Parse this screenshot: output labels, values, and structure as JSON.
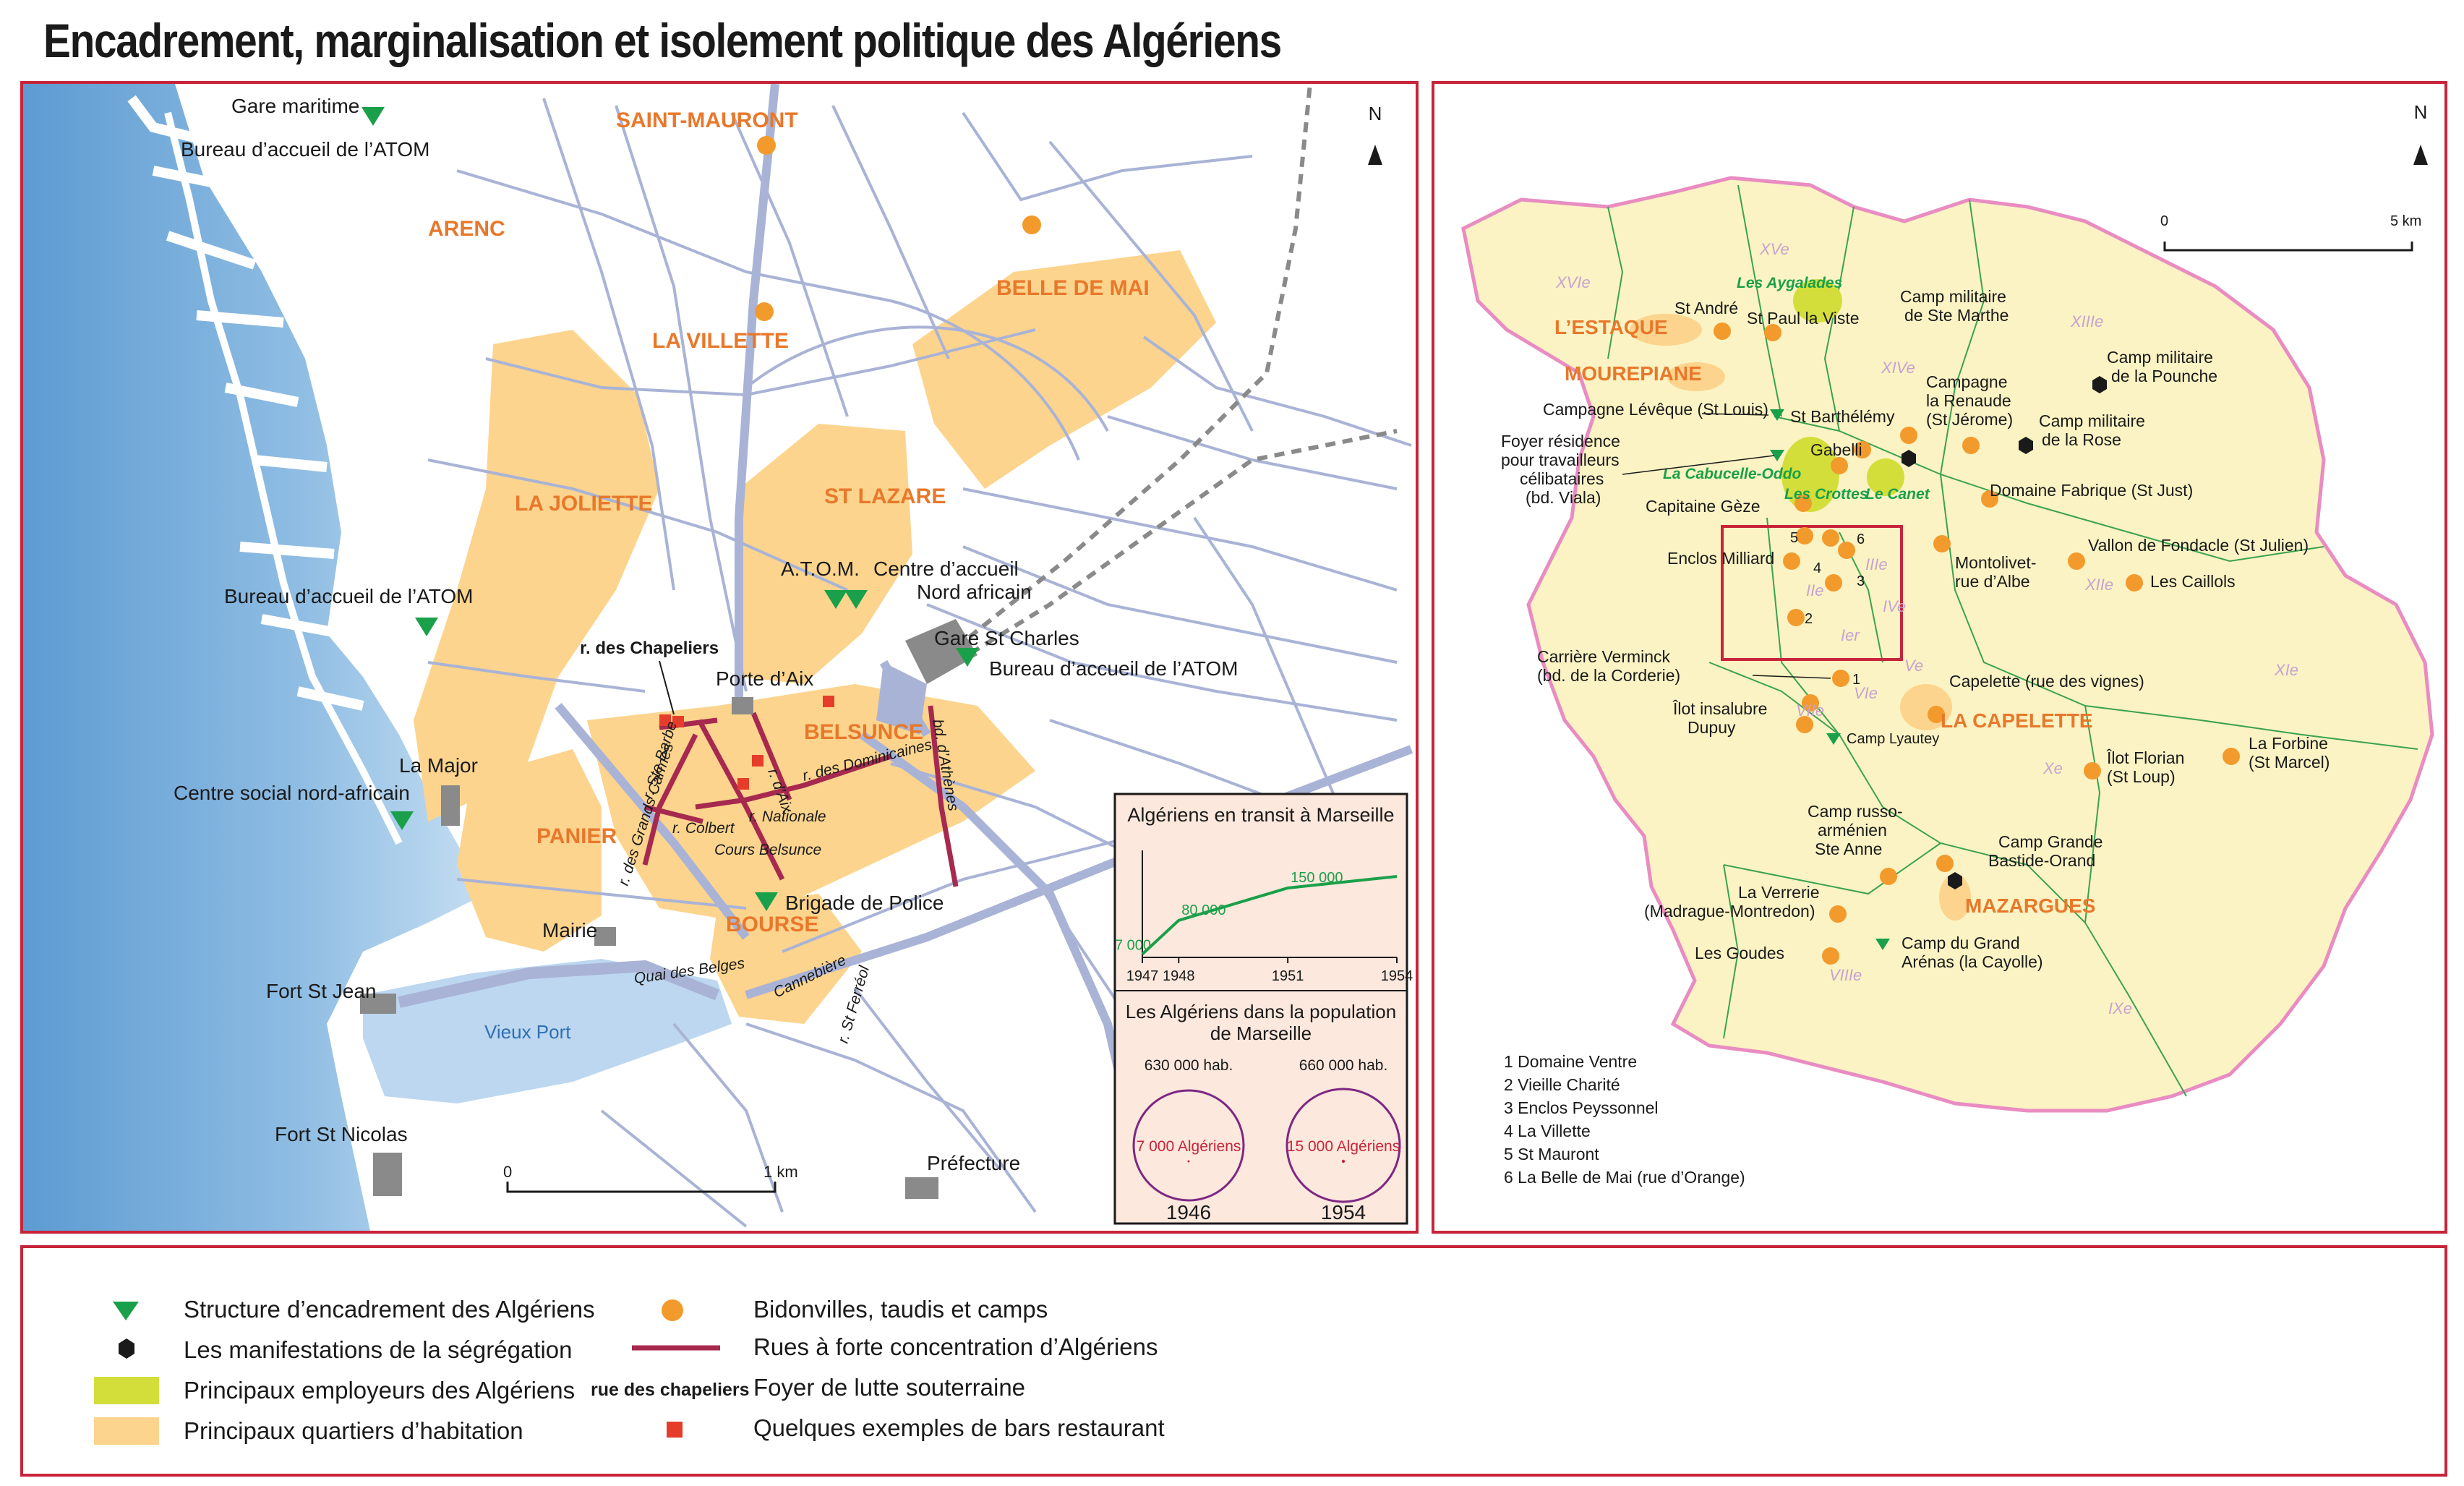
{
  "title": "Encadrement, marginalisation et isolement politique des Algériens",
  "colors": {
    "frame": "#c8243a",
    "sea": "#8fbde3",
    "habitat": "#fcd48d",
    "employer": "#d3de3a",
    "structure": "#1aa04a",
    "bidonville": "#f39a2c",
    "street": "#a7294f",
    "bar": "#e63c2a",
    "road": "#a9b3d6",
    "commune": "#fbf3c3",
    "commune_border": "#e98cc1",
    "district_label": "#e8782b"
  },
  "left_map": {
    "north": "N",
    "scale": {
      "zero": "0",
      "end": "1 km"
    },
    "districts": {
      "saint_mauront": "SAINT-MAURONT",
      "arenc": "ARENC",
      "belle_de_mai": "BELLE DE MAI",
      "la_villette": "LA VILLETTE",
      "la_joliette": "LA JOLIETTE",
      "st_lazare": "ST LAZARE",
      "belsunce": "BELSUNCE",
      "panier": "PANIER",
      "bourse": "BOURSE"
    },
    "places": {
      "gare_maritime": "Gare maritime",
      "bureau_atom_1": "Bureau d’accueil de l’ATOM",
      "bureau_atom_2": "Bureau d’accueil de l’ATOM",
      "bureau_atom_3": "Bureau d’accueil de l’ATOM",
      "atom": "A.T.O.M.",
      "centre_accueil": "Centre d’accueil",
      "nord_africain": "Nord africain",
      "gare_st_charles": "Gare St Charles",
      "porte_aix": "Porte d’Aix",
      "la_major": "La Major",
      "centre_social": "Centre social nord-africain",
      "mairie": "Mairie",
      "brigade": "Brigade de Police",
      "fort_st_jean": "Fort St Jean",
      "vieux_port": "Vieux Port",
      "fort_st_nicolas": "Fort St Nicolas",
      "prefecture": "Préfecture",
      "r_chapeliers": "r. des Chapeliers"
    },
    "streets": {
      "r_ste_barbe": "r. Ste Barbe",
      "r_aix": "r. d’Aix",
      "r_dominicaines": "r. des Dominicaines",
      "bd_athenes": "bd. d’Athènes",
      "r_grands_carmes": "r. des Grands Carmes",
      "r_colbert": "r. Colbert",
      "r_nationale": "r. Nationale",
      "cours_belsunce": "Cours Belsunce",
      "quai_belges": "Quai des Belges",
      "canebiere": "Cannebière",
      "r_st_ferreol": "r. St Ferréol"
    }
  },
  "inset": {
    "transit_title": "Algériens en transit à Marseille",
    "population_title_1": "Les Algériens dans la population",
    "population_title_2": "de Marseille",
    "pop_1946": {
      "total": "630 000 hab.",
      "algeriens": "7 000 Algériens",
      "year": "1946"
    },
    "pop_1954": {
      "total": "660 000 hab.",
      "algeriens": "15 000 Algériens",
      "year": "1954"
    }
  },
  "chart_data": {
    "type": "line",
    "title": "Algériens en transit à Marseille",
    "x": [
      1947,
      1948,
      1951,
      1954
    ],
    "y": [
      7000,
      80000,
      150000,
      175000
    ],
    "point_labels": [
      "7 000",
      "80 000",
      "150 000",
      ""
    ],
    "x_tick_labels": [
      "1947",
      "1948",
      "1951",
      "1954"
    ],
    "series": [
      {
        "values": [
          7000,
          80000,
          150000,
          175000
        ]
      }
    ]
  },
  "right_map": {
    "north": "N",
    "scale": {
      "zero": "0",
      "end": "5 km"
    },
    "arrondissements": [
      "XVIe",
      "XVe",
      "XIVe",
      "XIIIe",
      "XIIe",
      "XIe",
      "Xe",
      "IXe",
      "VIIIe",
      "VIIe",
      "VIe",
      "Ve",
      "IVe",
      "IIIe",
      "IIe",
      "Ier"
    ],
    "districts": {
      "estaque": "L’ESTAQUE",
      "mourepiane": "MOUREPIANE",
      "capelette": "LA CAPELETTE",
      "mazargues": "MAZARGUES"
    },
    "employers": {
      "aygalades": "Les Aygalades",
      "cabucelle": "La Cabucelle-Oddo",
      "crottes": "Les Crottes",
      "canet": "Le Canet"
    },
    "places": {
      "st_andre": "St André",
      "st_paul": "St Paul la Viste",
      "camp_ste_marthe_1": "Camp militaire",
      "camp_ste_marthe_2": "de Ste Marthe",
      "camp_pounche_1": "Camp militaire",
      "camp_pounche_2": "de la Pounche",
      "campagne_leveque": "Campagne Lévêque (St Louis)",
      "st_barthelemy": "St Barthélémy",
      "campagne_renaude_1": "Campagne",
      "campagne_renaude_2": "la Renaude",
      "campagne_renaude_3": "(St Jérome)",
      "camp_rose_1": "Camp militaire",
      "camp_rose_2": "de la Rose",
      "foyer_1": "Foyer résidence",
      "foyer_2": "pour travailleurs",
      "foyer_3": "célibataires",
      "foyer_4": "(bd. Viala)",
      "gabelli": "Gabelli",
      "domaine_fabrique": "Domaine Fabrique (St Just)",
      "capitaine_geze": "Capitaine Gèze",
      "enclos_milliard": "Enclos Milliard",
      "vallon_fondacle": "Vallon de Fondacle (St Julien)",
      "montolivet_1": "Montolivet-",
      "montolivet_2": "rue d’Albe",
      "caillols": "Les Caillols",
      "carriere_1": "Carrière Verminck",
      "carriere_2": "(bd. de la Corderie)",
      "ilot_dupuy_1": "Îlot insalubre",
      "ilot_dupuy_2": "Dupuy",
      "capelette_vignes": "Capelette (rue des vignes)",
      "camp_lyautey": "Camp Lyautey",
      "ilot_florian_1": "Îlot Florian",
      "ilot_florian_2": "(St Loup)",
      "forbine_1": "La Forbine",
      "forbine_2": "(St Marcel)",
      "russo_1": "Camp russo-",
      "russo_2": "arménien",
      "russo_3": "Ste Anne",
      "grande_bastide_1": "Camp Grande",
      "grande_bastide_2": "Bastide-Orand",
      "verrerie_1": "La Verrerie",
      "verrerie_2": "(Madrague-Montredon)",
      "goudes": "Les Goudes",
      "camp_grand_arenas_1": "Camp du Grand",
      "camp_grand_arenas_2": "Arénas (la Cayolle)"
    },
    "numbers": [
      "1",
      "2",
      "3",
      "4",
      "5",
      "6"
    ],
    "numbered_list": [
      "1 Domaine Ventre",
      "2 Vieille Charité",
      "3 Enclos Peyssonnel",
      "4 La Villette",
      "5 St Mauront",
      "6 La Belle de Mai (rue d’Orange)"
    ]
  },
  "legend": {
    "structure": "Structure d’encadrement des Algériens",
    "segregation": "Les manifestations de la ségrégation",
    "employers": "Principaux employeurs des Algériens",
    "habitat": "Principaux quartiers d’habitation",
    "bidonvilles": "Bidonvilles, taudis et camps",
    "streets": "Rues à forte concentration d’Algériens",
    "foyer_sample": "rue des chapeliers",
    "foyer": "Foyer de lutte souterraine",
    "bars": "Quelques exemples de bars restaurant"
  }
}
